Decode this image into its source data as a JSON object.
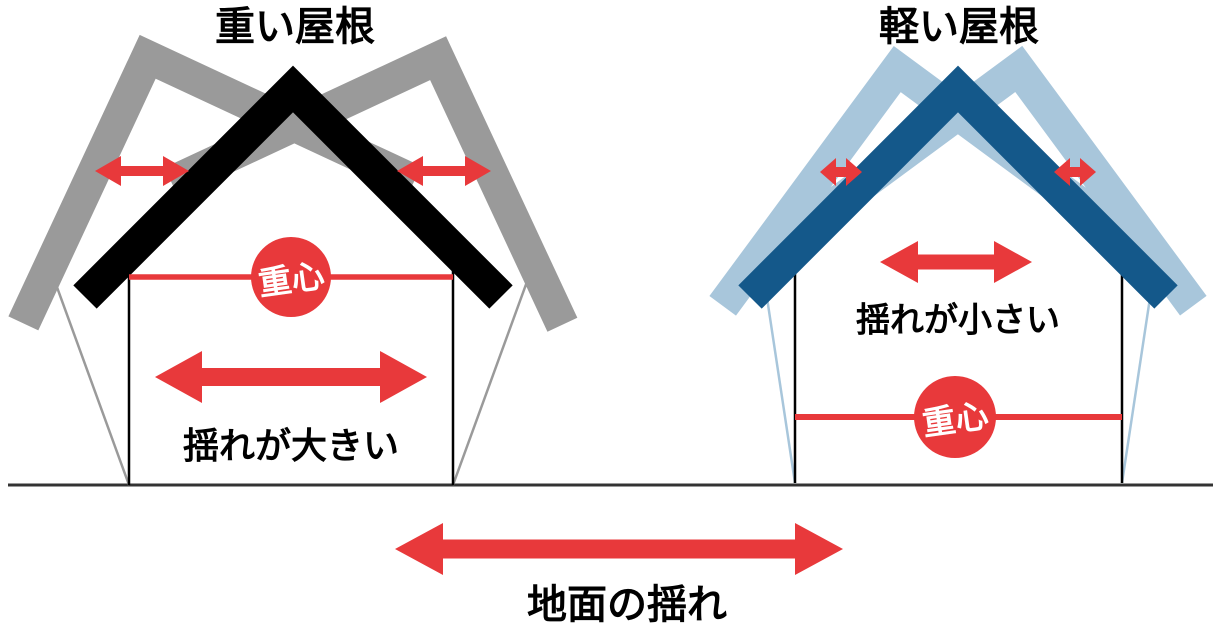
{
  "colors": {
    "red": "#e8393b",
    "black": "#000000",
    "gray": "#9a9a9a",
    "darkblue": "#14588a",
    "lightblue": "#a8c6db",
    "ground": "#333333"
  },
  "left_house": {
    "title": "重い屋根",
    "sway_label": "揺れが大きい",
    "center_of_gravity_label": "重心"
  },
  "right_house": {
    "title": "軽い屋根",
    "sway_label": "揺れが小さい",
    "center_of_gravity_label": "重心"
  },
  "ground": {
    "label": "地面の揺れ"
  }
}
